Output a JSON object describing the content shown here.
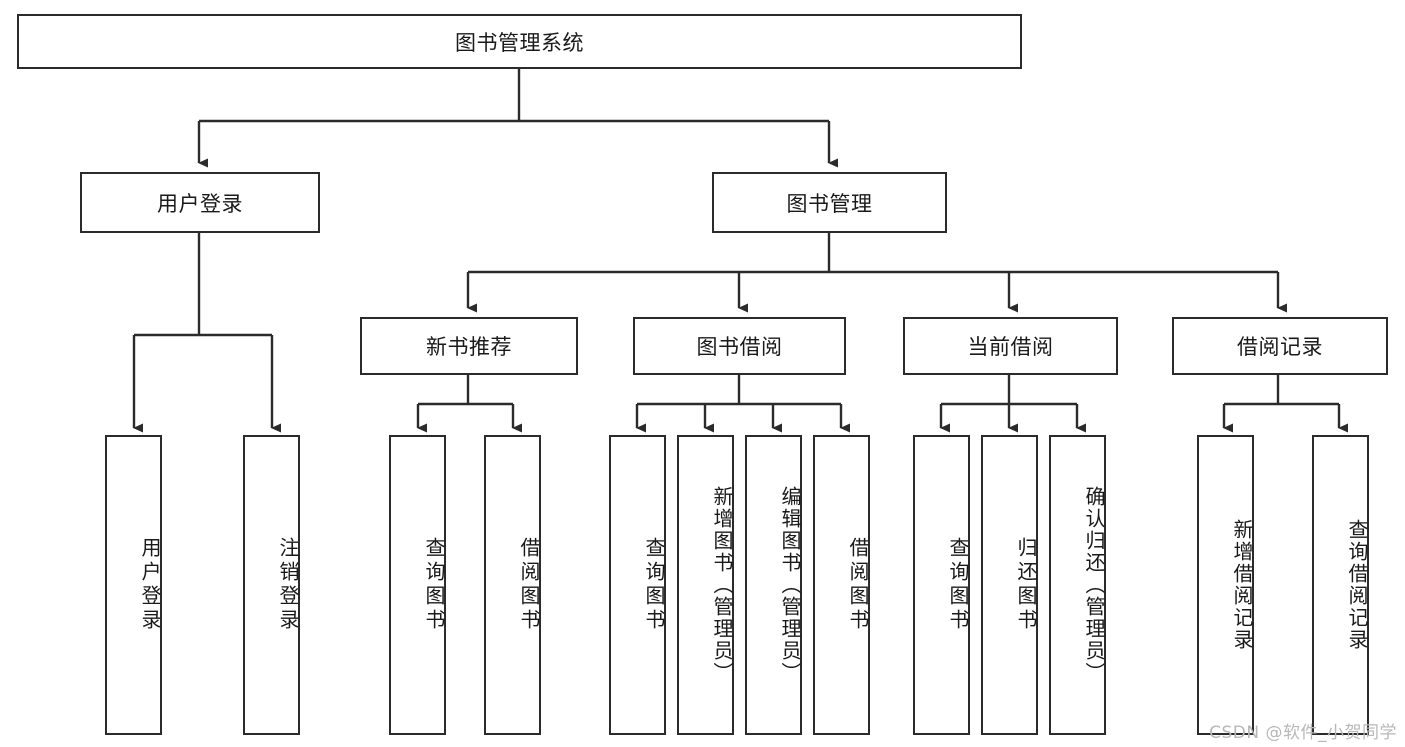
{
  "diagram": {
    "type": "tree-hierarchy-chart",
    "title": "图书管理系统",
    "background_color": "#ffffff",
    "line_color": "#2b2b2b",
    "text_color": "#1a1a1a",
    "root": {
      "label": "图书管理系统"
    },
    "level2": [
      {
        "label": "用户登录"
      },
      {
        "label": "图书管理"
      }
    ],
    "level3": [
      {
        "label": "新书推荐"
      },
      {
        "label": "图书借阅"
      },
      {
        "label": "当前借阅"
      },
      {
        "label": "借阅记录"
      }
    ],
    "leaves": {
      "user_login": [
        {
          "label": "用户登录"
        },
        {
          "label": "注销登录"
        }
      ],
      "new_book_recommend": [
        {
          "label": "查询图书"
        },
        {
          "label": "借阅图书"
        }
      ],
      "book_borrow": [
        {
          "label": "查询图书"
        },
        {
          "label": "新增图书（管理员）"
        },
        {
          "label": "编辑图书（管理员）"
        },
        {
          "label": "借阅图书"
        }
      ],
      "current_borrow": [
        {
          "label": "查询图书"
        },
        {
          "label": "归还图书"
        },
        {
          "label": "确认归还（管理员）"
        }
      ],
      "borrow_record": [
        {
          "label": "新增借阅记录"
        },
        {
          "label": "查询借阅记录"
        }
      ]
    },
    "watermark": "CSDN @软件_小贺同学"
  }
}
